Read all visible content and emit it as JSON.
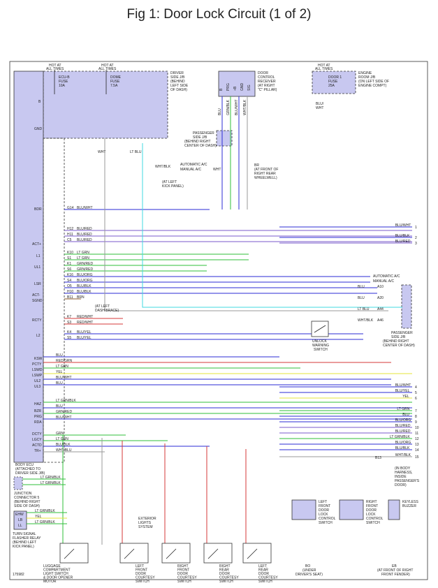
{
  "title": "Fig 1: Door Lock Circuit (1 of 2)",
  "figure_id": "175982",
  "colors": {
    "box_fill": "#c8c8f0",
    "blu": "#2b2bd6",
    "grn": "#2fbf3a",
    "yel": "#e6e63a",
    "red": "#d63a3a",
    "brn": "#8b5a2b",
    "cyan": "#40d8e0",
    "purple": "#7a5acb",
    "gray": "#9a9a9a",
    "black": "#222222"
  },
  "blocks": {
    "driver_jb": {
      "label": [
        "DRIVER",
        "SIDE J/B",
        "(BEHIND",
        "LEFT SIDE",
        "OF DASH)"
      ]
    },
    "receiver": {
      "label": [
        "DOOR",
        "CONTROL",
        "RECEIVER",
        "(AT RIGHT",
        "\"C\" PILLAR)"
      ]
    },
    "engine_jb": {
      "label": [
        "ENGINE",
        "ROOM J/B",
        "(ON LEFT SIDE OF",
        "ENGINE COMPT)"
      ]
    },
    "body_ecu": {
      "label": [
        "BODY ECU",
        "(ATTACHED TO",
        "DRIVER SIDE J/B)"
      ]
    },
    "passenger_jb_top": {
      "label": [
        "PASSENGER",
        "SIDE J/B",
        "(BEHIND RIGHT",
        "CENTER OF DASH)"
      ]
    },
    "passenger_jb_right": {
      "label": [
        "PASSENGER",
        "SIDE J/B",
        "(BEHIND RIGHT",
        "CENTER OF DASH)"
      ]
    },
    "junction": {
      "label": [
        "JUNCTION",
        "CONNECTOR 5",
        "(BEHIND RIGHT",
        "SIDE OF DASH)"
      ]
    },
    "flasher": {
      "label": [
        "TURN SIGNAL",
        "FLASHER RELAY",
        "(BEHIND LEFT",
        "KICK PANEL)"
      ]
    }
  },
  "fuses": [
    {
      "hot": "HOT AT",
      "times": "ALL TIMES",
      "name": [
        "ECU-B",
        "FUSE",
        "10A"
      ]
    },
    {
      "hot": "HOT AT",
      "times": "ALL TIMES",
      "name": [
        "DOME",
        "FUSE",
        "7.5A"
      ]
    },
    {
      "hot": "HOT AT",
      "times": "ALL TIMES",
      "name": [
        "DOOR 1",
        "FUSE",
        "25A"
      ]
    }
  ],
  "receiver_pins": [
    "B",
    "PRG",
    "+B",
    "GND",
    "SIG"
  ],
  "receiver_wires": [
    "BLU",
    "GRN/BLK",
    "BLU/WHT",
    "WHT/BLK"
  ],
  "ecu_left_labels": [
    {
      "name": "B"
    },
    {
      "name": "GND"
    },
    {
      "name": "BDR"
    },
    {
      "name": "ACT+"
    },
    {
      "name": "L1"
    },
    {
      "name": "UL1"
    },
    {
      "name": "LSR"
    },
    {
      "name": "ACT-"
    },
    {
      "name": "SGND"
    },
    {
      "name": "RCTY"
    },
    {
      "name": "L2"
    },
    {
      "name": "KSW"
    },
    {
      "name": "PCTY"
    },
    {
      "name": "LSWD"
    },
    {
      "name": "LSWP"
    },
    {
      "name": "UL2"
    },
    {
      "name": "UL3"
    },
    {
      "name": "HAZ"
    },
    {
      "name": "BZR"
    },
    {
      "name": "PRG"
    },
    {
      "name": "RDA"
    },
    {
      "name": "DCTY"
    },
    {
      "name": "LGCY"
    },
    {
      "name": "ACTD"
    },
    {
      "name": "TR+"
    }
  ],
  "wires": [
    {
      "pin": "H12",
      "color": "BLU/RED"
    },
    {
      "pin": "H11",
      "color": "BLU/RED"
    },
    {
      "pin": "C5",
      "color": "BLU/RED"
    },
    {
      "pin": "K10",
      "color": "LT GRN"
    },
    {
      "pin": "S1",
      "color": "LT GRN"
    },
    {
      "pin": "K1",
      "color": "GRN/RED"
    },
    {
      "pin": "S6",
      "color": "GRN/RED"
    },
    {
      "pin": "K16",
      "color": "BLU/ORG"
    },
    {
      "pin": "S4",
      "color": "BLU/ORG"
    },
    {
      "pin": "O5",
      "color": "BLU/BLK"
    },
    {
      "pin": "H10",
      "color": "BLU/BLK"
    },
    {
      "pin": "B11",
      "color": "BRN"
    },
    {
      "pin": "K7",
      "color": "RED/WHT"
    },
    {
      "pin": "S3",
      "color": "RED/WHT"
    },
    {
      "pin": "K4",
      "color": "BLU/YEL"
    },
    {
      "pin": "S5",
      "color": "BLU/YEL"
    },
    {
      "pin": "G14",
      "color": "BLU/WHT"
    }
  ],
  "bottom_wires": [
    "BLU",
    "RED/GRN",
    "LT GRN",
    "YEL",
    "BLU/WHT",
    "BLU",
    "LT GRN/BLK",
    "BLU",
    "GRN/RED",
    "BLU/WHT",
    "GRN",
    "LT GRN",
    "BLU/BLK",
    "WHT/BLU"
  ],
  "right_numbers": [
    "1",
    "2",
    "3",
    "4",
    "5",
    "6",
    "7",
    "8",
    "9",
    "10",
    "11",
    "12",
    "13",
    "14",
    "15"
  ],
  "right_wires": [
    "BLU/WHT",
    "BLU/BLK",
    "BLU/RED",
    "BLU/WHT",
    "BLU/YEL",
    "YEL",
    "LT GRN",
    "BLU",
    "BLU/ORG",
    "BLU/RED",
    "BLU/RED",
    "LT GRN/BLK",
    "BLU/ORG",
    "BLU/BLK",
    "WHT/BLK"
  ],
  "notes": {
    "automatic_ac": "AUTOMATIC A/C",
    "manual_ac": "MANUAL A/C",
    "gnd_left_kick": [
      "(AT LEFT",
      "KICK PANEL)"
    ],
    "gnd_right_rear": [
      "BR",
      "(AT FRONT OF",
      "RIGHT REAR",
      "WHEELWELL)"
    ],
    "gnd_dash": [
      "(AT LEFT",
      "DASH BRACE)"
    ],
    "body_harness": [
      "(IN BODY",
      "HARNESS,",
      "INSIDE",
      "PASSENGER'S",
      "DOOR)"
    ],
    "gnd_bo": [
      "BO",
      "(UNDER",
      "DRIVER'S SEAT)"
    ],
    "gnd_eb": [
      "EB",
      "(AT FRONT OF RIGHT",
      "FRONT FENDER)"
    ],
    "exterior_lights": [
      "EXTERIOR",
      "LIGHTS",
      "SYSTEM"
    ],
    "unlock_switch": [
      "UNLOCK",
      "WARNING",
      "SWITCH"
    ],
    "keyless_buzzer": [
      "KEYLESS",
      "BUZZER"
    ],
    "b13": "B13"
  },
  "switches": [
    {
      "label": [
        "LUGGAGE",
        "COMPARTMENT",
        "LIGHT SWITCH",
        "& DOOR OPENER",
        "MOTOR"
      ]
    },
    {
      "label": [
        "LEFT",
        "FRONT",
        "DOOR",
        "COURTESY",
        "SWITCH"
      ]
    },
    {
      "label": [
        "RIGHT",
        "FRONT",
        "DOOR",
        "COURTESY",
        "SWITCH"
      ]
    },
    {
      "label": [
        "RIGHT",
        "REAR",
        "DOOR",
        "COURTESY",
        "SWITCH"
      ]
    },
    {
      "label": [
        "LEFT",
        "REAR",
        "DOOR",
        "COURTESY",
        "SWITCH"
      ]
    }
  ],
  "lock_switches": [
    {
      "label": [
        "LEFT",
        "FRONT",
        "DOOR",
        "LOCK",
        "CONTROL",
        "SWITCH"
      ]
    },
    {
      "label": [
        "RIGHT",
        "FRONT",
        "DOOR",
        "LOCK",
        "CONTROL",
        "SWITCH"
      ]
    }
  ],
  "junction_wires": [
    "LT GRN/BLK",
    "LT GRN/BLK"
  ],
  "flasher_wires": [
    "LT GRN/BLK",
    "YEL",
    "LT GRN/BLK"
  ],
  "flasher_pins": [
    "EHW",
    "LB",
    "LL"
  ],
  "mid_labels": [
    "WHT",
    "LT BLU",
    "WHT/BLK",
    "WHT",
    "BLU/",
    "WHT"
  ],
  "passenger_pins": [
    {
      "pin": "A10",
      "wire": "BLU"
    },
    {
      "pin": "A20",
      "wire": "BLU"
    },
    {
      "pin": "A44",
      "wire": "LT BLU"
    },
    {
      "pin": "A46",
      "wire": "WHT/BLK"
    }
  ]
}
